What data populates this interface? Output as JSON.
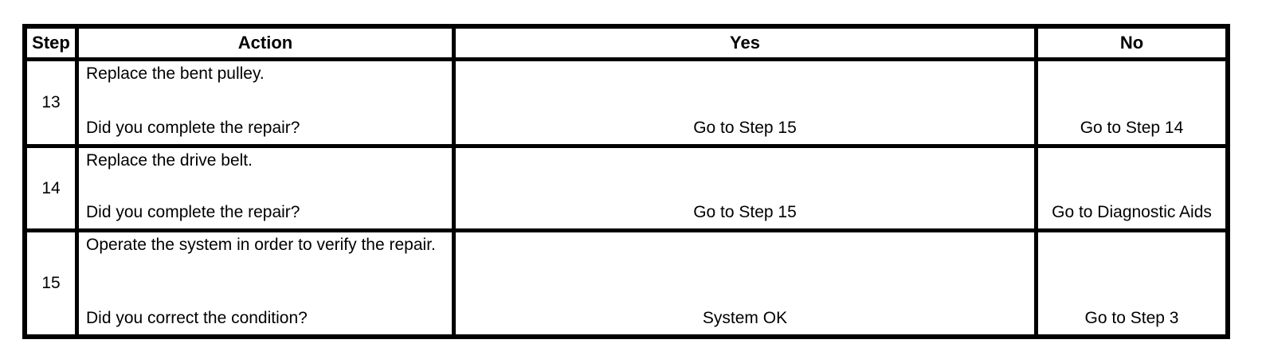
{
  "table": {
    "headers": {
      "step": "Step",
      "action": "Action",
      "yes": "Yes",
      "no": "No"
    },
    "rows": [
      {
        "step": "13",
        "action": "Replace the bent pulley.",
        "question": "Did you complete the repair?",
        "yes": "Go to Step 15",
        "no": "Go to Step 14"
      },
      {
        "step": "14",
        "action": "Replace the drive belt.",
        "question": "Did you complete the repair?",
        "yes": "Go to Step 15",
        "no": "Go to Diagnostic Aids"
      },
      {
        "step": "15",
        "action": "Operate the system in order to verify the repair.",
        "question": "Did you correct the condition?",
        "yes": "System OK",
        "no": "Go to Step 3"
      }
    ],
    "colors": {
      "border": "#000000",
      "background": "#ffffff",
      "text": "#000000"
    }
  }
}
